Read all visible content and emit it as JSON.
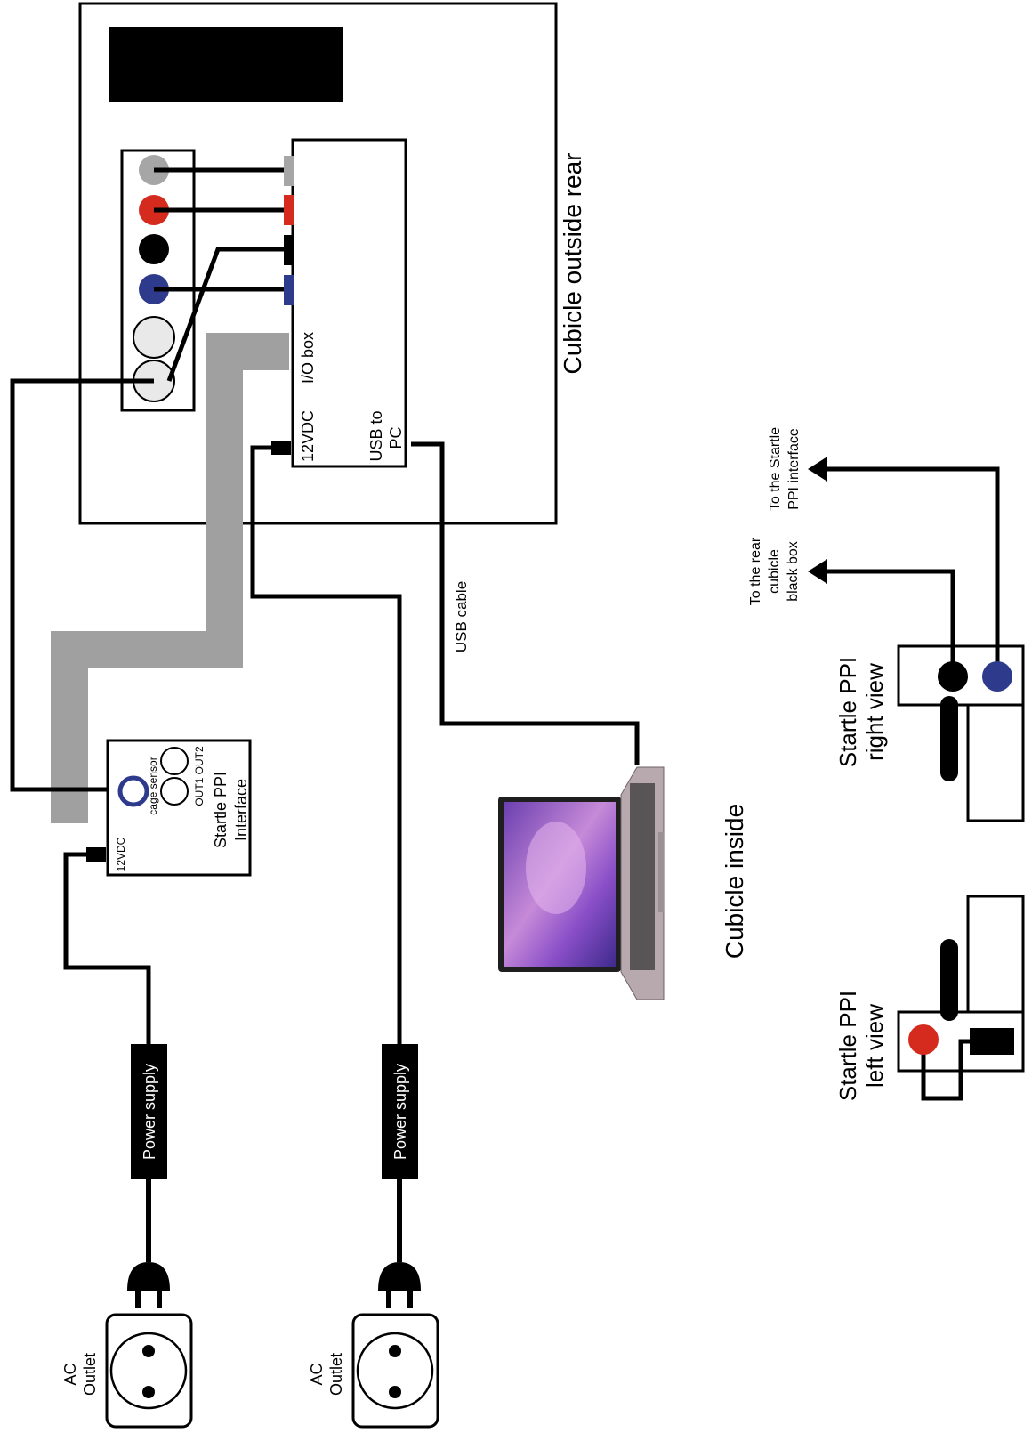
{
  "labels": {
    "cubicle_outside_rear": "Cubicle outside rear",
    "cubicle_inside": "Cubicle inside",
    "io_box": "I/O box",
    "io_12vdc": "12VDC",
    "io_usb_line1": "USB to",
    "io_usb_line2": "PC",
    "usb_cable": "USB cable",
    "interface_line1": "Startle PPI",
    "interface_line2": "Interface",
    "interface_12vdc": "12VDC",
    "cage_sensor": "cage sensor",
    "out1_out2": "OUT1 OUT2",
    "power_supply_1": "Power supply",
    "power_supply_2": "Power supply",
    "ac_outlet_1_line1": "AC",
    "ac_outlet_1_line2": "Outlet",
    "ac_outlet_2_line1": "AC",
    "ac_outlet_2_line2": "Outlet",
    "right_view_line1": "Startle PPI",
    "right_view_line2": "right view",
    "left_view_line1": "Startle PPI",
    "left_view_line2": "left view",
    "arrow_black_box_line1": "To the rear",
    "arrow_black_box_line2": "cubicle",
    "arrow_black_box_line3": "black box",
    "arrow_interface_line1": "To the Startle",
    "arrow_interface_line2": "PPI interface"
  },
  "colors": {
    "grey_jack": "#a6a6a6",
    "red_jack": "#d52b1e",
    "black_jack": "#000000",
    "blue_jack": "#2e3a8c",
    "cable_grey": "#a0a0a0",
    "panel_light": "#e9e9e9"
  },
  "icons": {
    "laptop": "laptop-icon",
    "ac_plug": "ac-plug-icon",
    "ac_outlet": "ac-outlet-icon"
  }
}
